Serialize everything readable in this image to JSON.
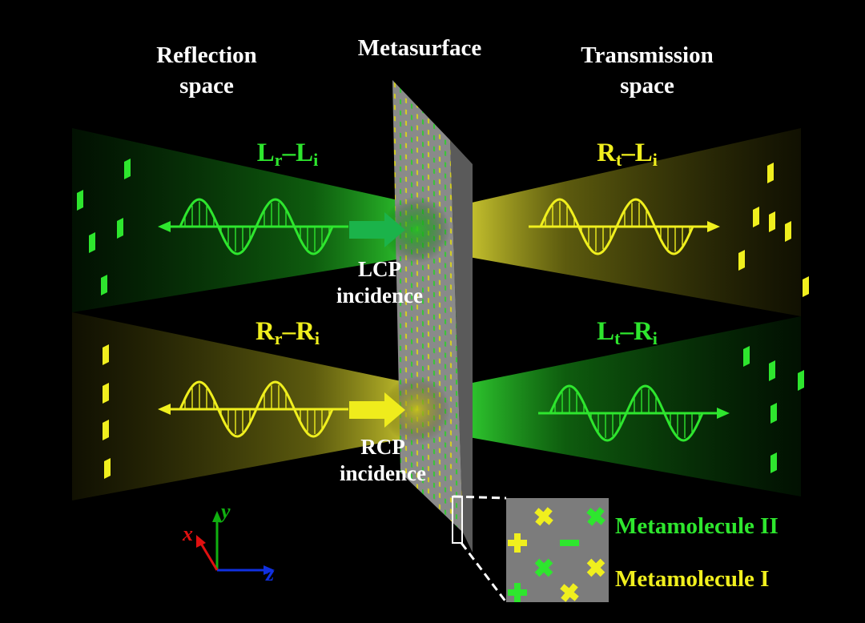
{
  "headers": {
    "reflection": [
      "Reflection",
      "space"
    ],
    "metasurface": "Metasurface",
    "transmission": [
      "Transmission",
      "space"
    ]
  },
  "pairs": {
    "top_left": {
      "main1": "L",
      "sub1": "r",
      "dash": "–",
      "main2": "L",
      "sub2": "i"
    },
    "top_right": {
      "main1": "R",
      "sub1": "t",
      "dash": "–",
      "main2": "L",
      "sub2": "i"
    },
    "bottom_left": {
      "main1": "R",
      "sub1": "r",
      "dash": "–",
      "main2": "R",
      "sub2": "i"
    },
    "bottom_right": {
      "main1": "L",
      "sub1": "t",
      "dash": "–",
      "main2": "R",
      "sub2": "i"
    }
  },
  "incidence": {
    "lcp": [
      "LCP",
      "incidence"
    ],
    "rcp": [
      "RCP",
      "incidence"
    ]
  },
  "legend": {
    "metamolecule_2": "Metamolecule II",
    "metamolecule_1": "Metamolecule I"
  },
  "axes": {
    "x": "x",
    "y": "y",
    "z": "z"
  },
  "colors": {
    "green": "#2ee62e",
    "yellow": "#f0ef1e",
    "surface": "#8c8c8c",
    "x_axis": "#e01010",
    "y_axis": "#10b010",
    "z_axis": "#1030e0"
  }
}
